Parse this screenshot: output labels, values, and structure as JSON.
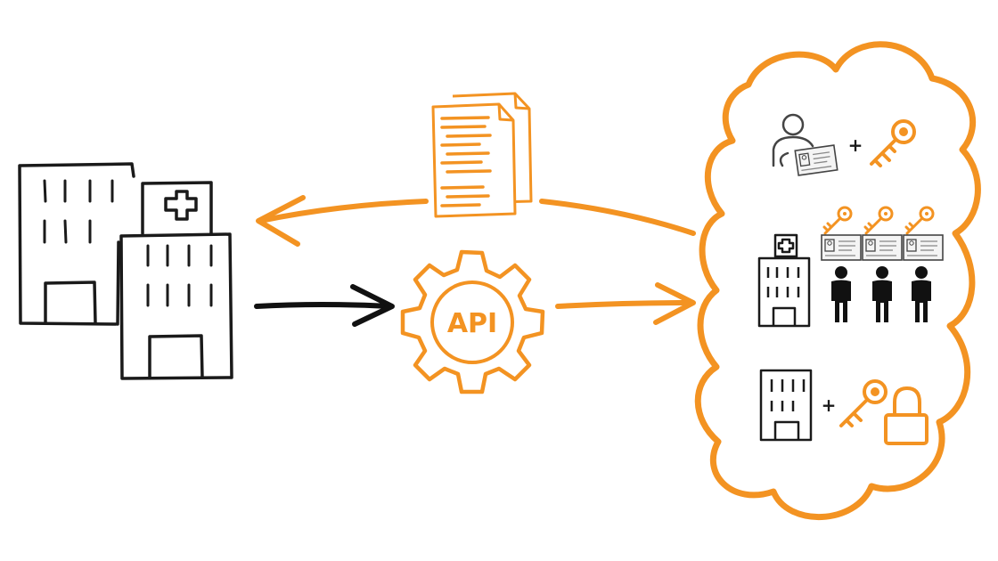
{
  "api_gear": {
    "label": "API"
  },
  "cloud": {
    "rows": [
      {
        "id": "user-credential-key",
        "operator": "+"
      },
      {
        "id": "hospital-staff-credentials"
      },
      {
        "id": "hospital-key-lock",
        "operator": "+"
      }
    ]
  },
  "colors": {
    "accent": "#f39322",
    "ink": "#1a1a1a",
    "line": "#555555",
    "card_fill": "#f4f4f4"
  },
  "icons": [
    "hospital-buildings-icon",
    "documents-icon",
    "gear-icon",
    "arrow-left-icon",
    "arrow-right-icon",
    "cloud-icon",
    "user-icon",
    "id-card-icon",
    "key-icon",
    "person-icon",
    "hospital-icon",
    "lock-icon"
  ]
}
